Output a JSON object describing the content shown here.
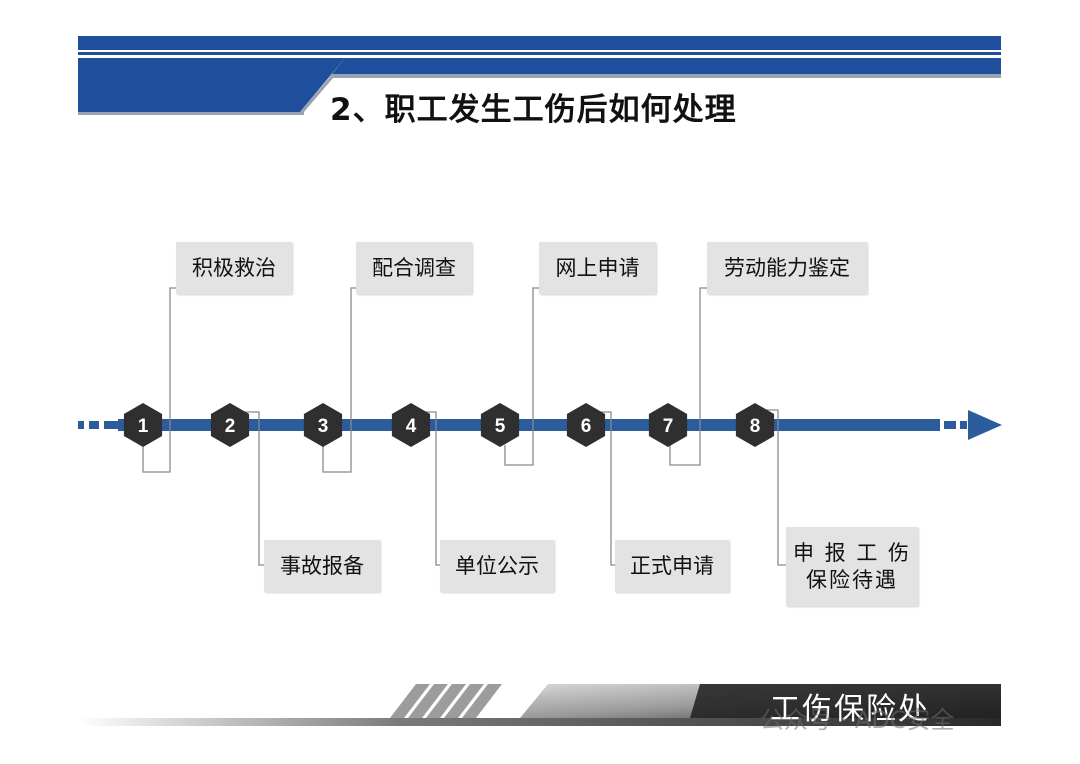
{
  "slide": {
    "title": "2、职工发生工伤后如何处理",
    "footer_label": "工伤保险处",
    "watermark": "公众号 · ADC安全"
  },
  "colors": {
    "header_blue": "#1f4e9c",
    "timeline_blue": "#2b5d9c",
    "hexagon": "#2f2f2f",
    "box_bg": "#e3e3e3"
  },
  "steps": [
    {
      "number": "1",
      "label": [
        "积极救治"
      ],
      "side": "top"
    },
    {
      "number": "2",
      "label": [
        "事故报备"
      ],
      "side": "bottom"
    },
    {
      "number": "3",
      "label": [
        "配合调查"
      ],
      "side": "top"
    },
    {
      "number": "4",
      "label": [
        "单位公示"
      ],
      "side": "bottom"
    },
    {
      "number": "5",
      "label": [
        "网上申请"
      ],
      "side": "top"
    },
    {
      "number": "6",
      "label": [
        "正式申请"
      ],
      "side": "bottom"
    },
    {
      "number": "7",
      "label": [
        "劳动能力鉴定"
      ],
      "side": "top"
    },
    {
      "number": "8",
      "label": [
        "申 报 工 伤",
        "保险待遇"
      ],
      "side": "bottom"
    }
  ]
}
